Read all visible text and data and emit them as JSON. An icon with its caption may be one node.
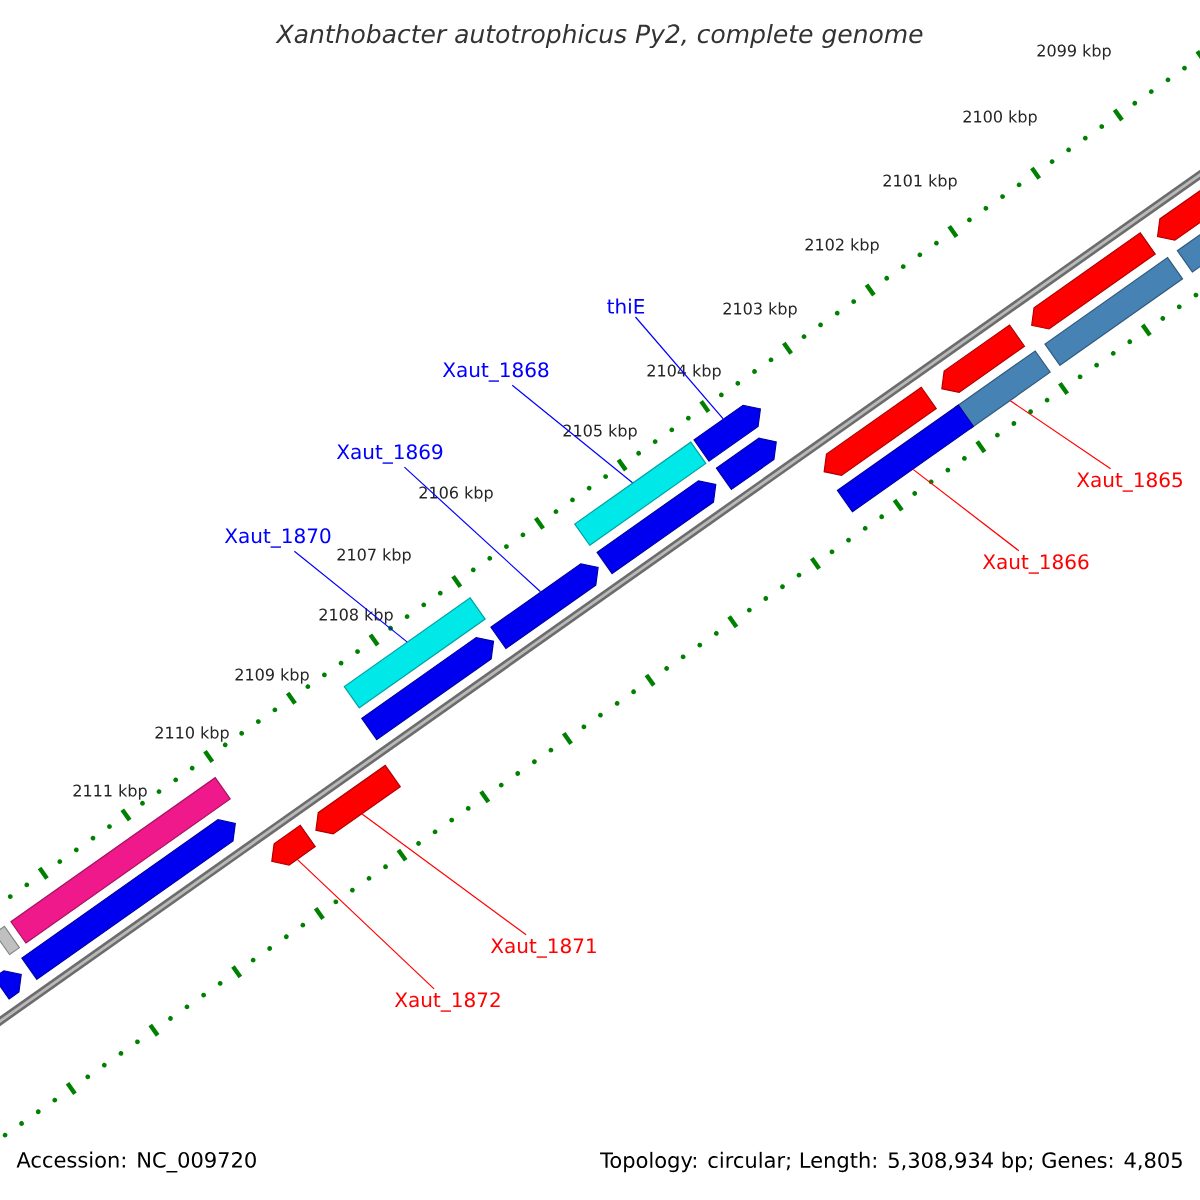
{
  "diagram": {
    "title": "Xanthobacter autotrophicus Py2, complete genome",
    "nodes": [
      {
        "text": [
          "thiE"
        ]
      },
      {
        "text": [
          "Xaut_1868"
        ]
      },
      {
        "text": [
          "Xaut_1869"
        ]
      },
      {
        "text": [
          "Xaut_1870"
        ]
      },
      {
        "text": [
          "Xaut_1865"
        ]
      },
      {
        "text": [
          "Xaut_1866"
        ]
      },
      {
        "text": [
          "Xaut_1871"
        ]
      },
      {
        "text": [
          "Xaut_1872"
        ]
      },
      {
        "text": [],
        "shape": "bar"
      },
      {
        "text": [],
        "shape": "bar"
      },
      {
        "text": [],
        "shape": "bar"
      },
      {
        "text": [],
        "shape": "bar"
      },
      {
        "text": [],
        "shape": "bar"
      },
      {
        "text": [],
        "shape": "bar"
      },
      {
        "text": [],
        "shape": "bar"
      },
      {
        "text": [],
        "shape": "bar"
      },
      {
        "text": [],
        "shape": "bar"
      },
      {
        "text": [],
        "shape": "bar"
      },
      {
        "text": [],
        "shape": "bar"
      },
      {
        "text": [],
        "shape": "bar"
      },
      {
        "text": [],
        "shape": "bar"
      },
      {
        "text": [],
        "shape": "bar"
      },
      {
        "text": [],
        "shape": "bar"
      },
      {
        "text": [],
        "shape": "bar"
      },
      {
        "text": [],
        "shape": "bar"
      },
      {
        "text": [],
        "shape": "bar"
      },
      {
        "text": [],
        "shape": "bar"
      },
      {
        "text": [],
        "shape": "bar"
      },
      {
        "text": [],
        "shape": "bar"
      }
    ],
    "edges": [
      {
        "from": 0,
        "to": 8,
        "arrow": "none",
        "color": "#0000ff"
      },
      {
        "from": 1,
        "to": 9,
        "arrow": "none",
        "color": "#0000ff"
      },
      {
        "from": 2,
        "to": 10,
        "arrow": "none",
        "color": "#0000ff"
      },
      {
        "from": 3,
        "to": 11,
        "arrow": "none",
        "color": "#0000ff"
      },
      {
        "from": 4,
        "to": 12,
        "arrow": "none",
        "color": "#ff0000"
      },
      {
        "from": 5,
        "to": 13,
        "arrow": "none",
        "color": "#ff0000"
      },
      {
        "from": 6,
        "to": 14,
        "arrow": "none",
        "color": "#ff0000"
      },
      {
        "from": 7,
        "to": 15,
        "arrow": "none",
        "color": "#ff0000"
      }
    ],
    "labels": [
      "2099 kbp",
      "2100 kbp",
      "2101 kbp",
      "2102 kbp",
      "2103 kbp",
      "2104 kbp",
      "2105 kbp",
      "2106 kbp",
      "2107 kbp",
      "2108 kbp",
      "2109 kbp",
      "2110 kbp",
      "2111 kbp",
      "Accession: NC_009720",
      "Topology: circular; Length: 5,308,934 bp; Genes: 4,805"
    ]
  }
}
